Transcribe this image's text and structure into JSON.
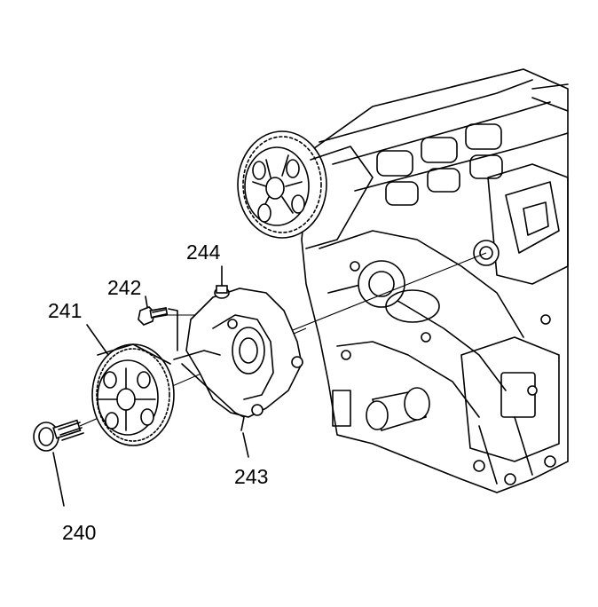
{
  "callouts": {
    "c240": "240",
    "c241": "241",
    "c242": "242",
    "c243": "243",
    "c244": "244"
  },
  "colors": {
    "ink": "#000000",
    "paper": "#ffffff"
  }
}
